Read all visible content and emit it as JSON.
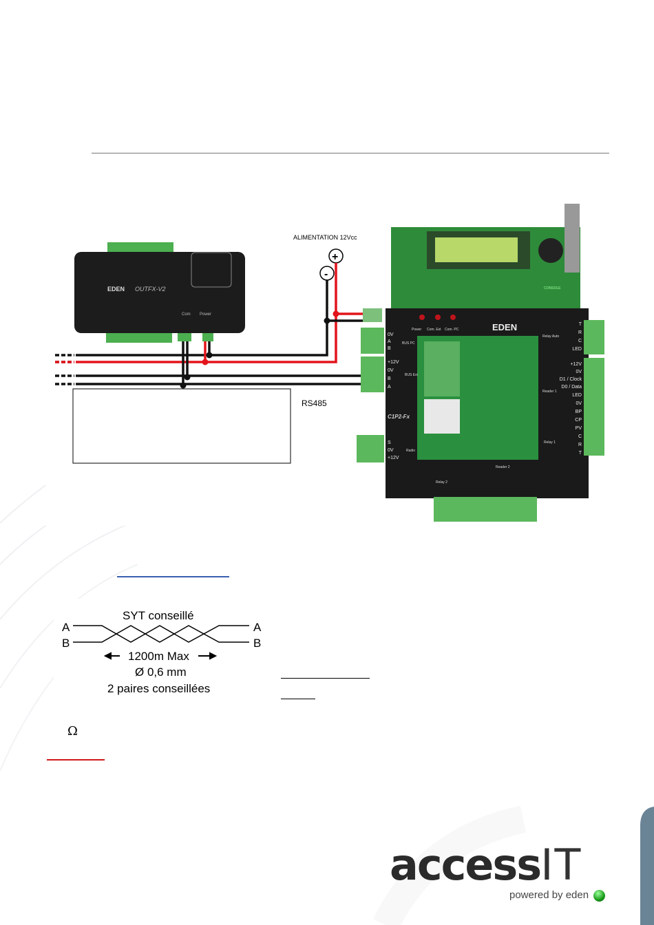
{
  "diagram": {
    "power_label": "ALIMENTATION 12Vcc",
    "plus": "+",
    "minus": "-",
    "bus_label": "RS485",
    "left_device": {
      "brand": "EDEN",
      "model": "OUTFX-V2",
      "com": "Com",
      "power": "Power"
    },
    "right_board": {
      "brand": "EDEN",
      "model": "C1P2-Fx",
      "leds": [
        "Power",
        "Com. Ext",
        "Com. PC"
      ],
      "bus_pc": "BUS PC",
      "bus_ext": "BUS Ext",
      "radio": "Radio",
      "relay_auto": "Relay Auto",
      "relay_1": "Relay 1",
      "relay_2": "Relay 2",
      "reader_1": "Reader 1",
      "reader_2": "Reader 2",
      "console": "CONSOLE",
      "left_pins_pc": [
        "0V",
        "A",
        "B"
      ],
      "left_pins_ext": [
        "+12V",
        "0V",
        "B",
        "A"
      ],
      "left_pins_radio": [
        "S",
        "0V",
        "+12V"
      ],
      "right_pins": [
        "T",
        "R",
        "C",
        "LED",
        "+12V",
        "0V",
        "D1 / Clock",
        "D0 / Data",
        "LED",
        "0V",
        "BP",
        "CP",
        "PV",
        "C",
        "R",
        "T"
      ]
    }
  },
  "cable": {
    "title": "SYT conseillé",
    "a": "A",
    "b": "B",
    "length": "1200m Max",
    "diameter": "Ø 0,6 mm",
    "pairs": "2 paires conseillées"
  },
  "omega_symbol": "Ω",
  "footer": {
    "logo_main": "access",
    "logo_it": "IT",
    "tagline": "powered by eden"
  },
  "colors": {
    "wire_red": "#e3141b",
    "wire_black": "#111111",
    "pcb_green": "#2e8b3a",
    "terminal_green": "#5cb85c",
    "corner": "#6a8496",
    "link_blue": "#3a5fb0",
    "link_red": "#d01818"
  }
}
